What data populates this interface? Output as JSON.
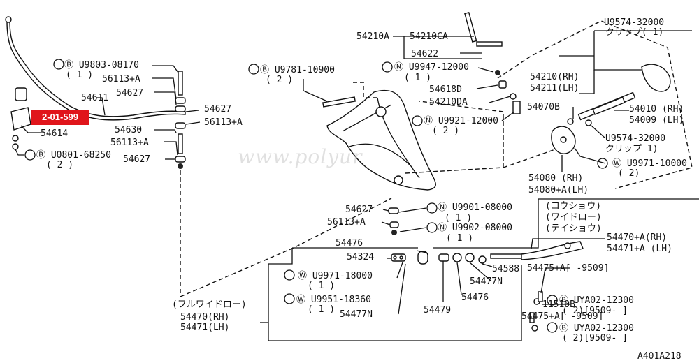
{
  "diagram_code": "A401A218",
  "watermark": "www.polyur",
  "badge": {
    "text": "2-01-599",
    "color": "#e0151b"
  },
  "callouts": [
    {
      "text": "Ⓑ U9803-08170"
    },
    {
      "text": "( 1 )"
    },
    {
      "text": "56113+A"
    },
    {
      "text": "54611"
    },
    {
      "text": "54627"
    },
    {
      "text": "54614"
    },
    {
      "text": "54630"
    },
    {
      "text": "56113+A"
    },
    {
      "text": "Ⓑ U0801-68250"
    },
    {
      "text": "( 2 )"
    },
    {
      "text": "54627"
    },
    {
      "text": "54627"
    },
    {
      "text": "56113+A"
    },
    {
      "text": "Ⓑ U9781-10900"
    },
    {
      "text": "( 2 )"
    },
    {
      "text": "54210A"
    },
    {
      "text": "54210CA"
    },
    {
      "text": "54622"
    },
    {
      "text": "Ⓝ U9947-12000"
    },
    {
      "text": "( 1 )"
    },
    {
      "text": "54618D"
    },
    {
      "text": "54210DA"
    },
    {
      "text": "Ⓝ U9921-12000"
    },
    {
      "text": "( 2 )"
    },
    {
      "text": "U9574-32000"
    },
    {
      "text": "クリップ( 1)"
    },
    {
      "text": "54210(RH)"
    },
    {
      "text": "54211(LH)"
    },
    {
      "text": "54070B"
    },
    {
      "text": "54010 (RH)"
    },
    {
      "text": "54009 (LH)"
    },
    {
      "text": "U9574-32000"
    },
    {
      "text": "クリップ 1)"
    },
    {
      "text": "Ⓦ U9971-10000"
    },
    {
      "text": "( 2)"
    },
    {
      "text": "54080 (RH)"
    },
    {
      "text": "54080+A(LH)"
    },
    {
      "text": "(コウショウ)"
    },
    {
      "text": "(ワイドロー)"
    },
    {
      "text": "(テイショウ)"
    },
    {
      "text": "54627"
    },
    {
      "text": "Ⓝ U9901-08000"
    },
    {
      "text": "( 1 )"
    },
    {
      "text": "56113+A"
    },
    {
      "text": "Ⓝ U9902-08000"
    },
    {
      "text": "( 1 )"
    },
    {
      "text": "54470+A(RH)"
    },
    {
      "text": "54471+A (LH)"
    },
    {
      "text": "54476"
    },
    {
      "text": "54324"
    },
    {
      "text": "54588"
    },
    {
      "text": "54475+A[ -9509]"
    },
    {
      "text": "Ⓦ U9971-18000"
    },
    {
      "text": "( 1 )"
    },
    {
      "text": "54477N"
    },
    {
      "text": "Ⓑ UYA02-12300"
    },
    {
      "text": "( 2)[9509- ]"
    },
    {
      "text": "Ⓦ U9951-18360"
    },
    {
      "text": "( 1 )"
    },
    {
      "text": "54476"
    },
    {
      "text": "54477N"
    },
    {
      "text": "54479"
    },
    {
      "text": "11510B"
    },
    {
      "text": "(フルワイドロー)"
    },
    {
      "text": "54470(RH)"
    },
    {
      "text": "54471(LH)"
    },
    {
      "text": "54475+A[ -9509]"
    },
    {
      "text": "Ⓑ UYA02-12300"
    },
    {
      "text": "( 2)[9509- ]"
    }
  ]
}
